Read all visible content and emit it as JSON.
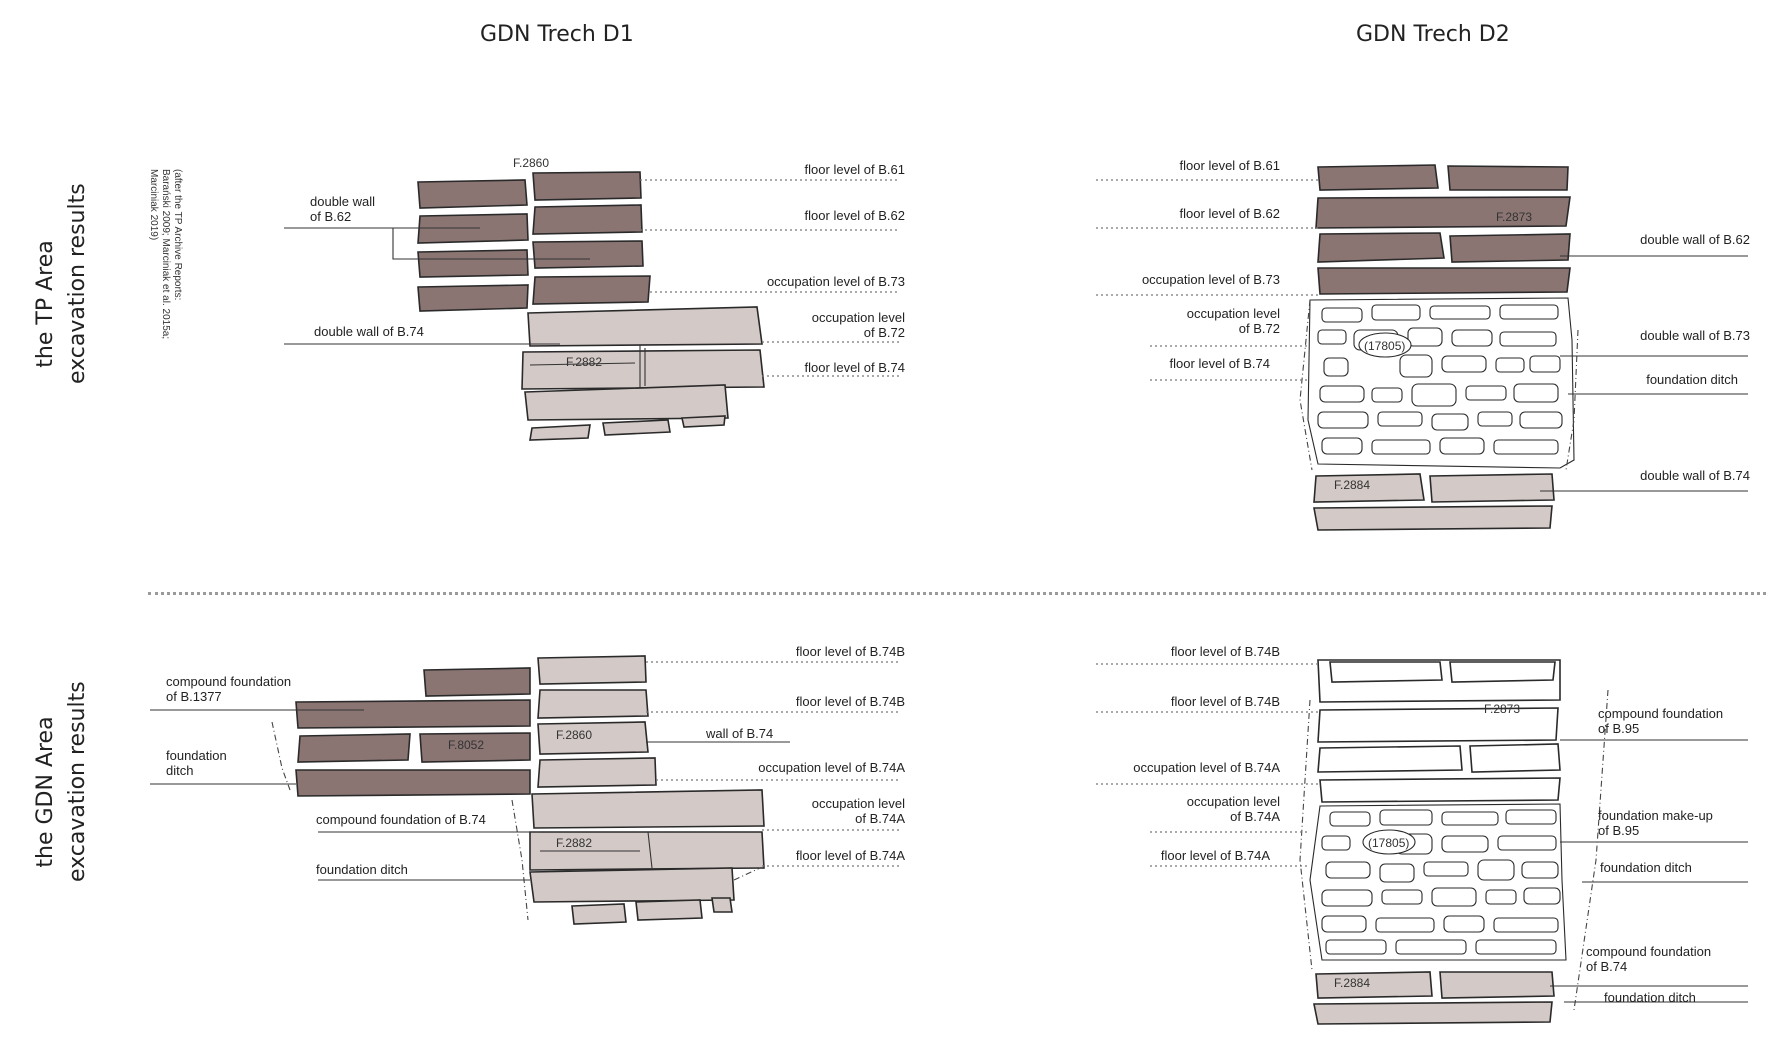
{
  "columns": {
    "d1_title": "GDN Trech D1",
    "d2_title": "GDN Trech D2"
  },
  "rows": {
    "tp_title_line1": "the TP Area",
    "tp_title_line2": "excavation results",
    "tp_note_line1": "(after the TP Archive Reports:",
    "tp_note_line2": "Barański 2009; Marciniak et al. 2015a;",
    "tp_note_line3": "Marciniak 2019)",
    "gdn_title_line1": "the GDN Area",
    "gdn_title_line2": "excavation results"
  },
  "tp_d1": {
    "tag_f2860": "F.2860",
    "tag_f2882": "F.2882",
    "double_wall_b62": "double wall\nof B.62",
    "double_wall_b74": "double wall of B.74",
    "floor_b61": "floor level of B.61",
    "floor_b62": "floor level of B.62",
    "occupation_b73": "occupation level of B.73",
    "occupation_b72": "occupation level\nof B.72",
    "floor_b74": "floor level of B.74"
  },
  "tp_d2": {
    "floor_b61": "floor level of B.61",
    "floor_b62": "floor level of B.62",
    "occupation_b73": "occupation level of B.73",
    "occupation_b72": "occupation level\nof B.72",
    "floor_b74": "floor level of B.74",
    "tag_f2873": "F.2873",
    "tag_17805": "(17805)",
    "tag_f2884": "F.2884",
    "double_wall_b62": "double wall of B.62",
    "double_wall_b73": "double wall of B.73",
    "foundation_ditch": "foundation ditch",
    "double_wall_b74": "double wall of B.74"
  },
  "gdn_d1": {
    "compound_b1377": "compound foundation\nof B.1377",
    "foundation_ditch_left": "foundation\nditch",
    "tag_f8052": "F.8052",
    "tag_f2860": "F.2860",
    "tag_f2882": "F.2882",
    "floor_b74b_1": "floor level of B.74B",
    "floor_b74b_2": "floor level of B.74B",
    "wall_b74": "wall of B.74",
    "occupation_b74a": "occupation level of B.74A",
    "occupation_b74a_2": "occupation level\nof B.74A",
    "floor_b74a": "floor level of B.74A",
    "compound_b74": "compound foundation of B.74",
    "foundation_ditch": "foundation ditch"
  },
  "gdn_d2": {
    "floor_b74b_1": "floor level of B.74B",
    "floor_b74b_2": "floor level of B.74B",
    "occupation_b74a": "occupation level of B.74A",
    "occupation_b74a_2": "occupation level\nof B.74A",
    "floor_b74a": "floor level of B.74A",
    "tag_f2873": "F.2873",
    "tag_17805": "(17805)",
    "tag_f2884": "F.2884",
    "compound_b95": "compound foundation\nof B.95",
    "makeup_b95": "foundation make-up\nof B.95",
    "foundation_ditch": "foundation ditch",
    "compound_b74": "compound foundation\nof B.74",
    "foundation_ditch_2": "foundation ditch"
  },
  "colors": {
    "dark_stone": "#8a7573",
    "light_stone": "#d3c9c7",
    "outline": "#2a2a2a",
    "divider": "#9a9a9a"
  }
}
